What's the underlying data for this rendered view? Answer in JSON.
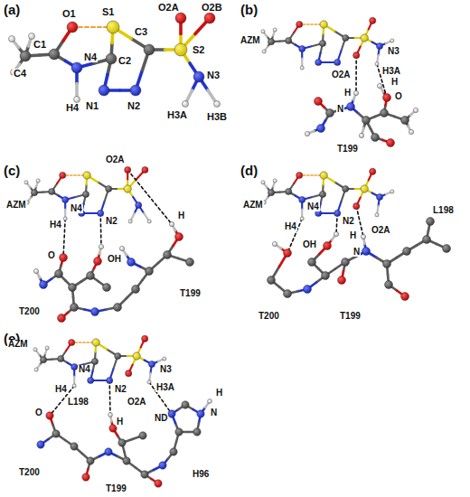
{
  "diagram": {
    "labels": [
      "(a)",
      "O1",
      "C1",
      "S1",
      "O2A",
      "O2B",
      "S2",
      "C3",
      "N4",
      "C2",
      "C4",
      "H4",
      "N1",
      "N2",
      "N3",
      "H3A",
      "H3B",
      "(b)",
      "AZM",
      "O2A",
      "N3",
      "H3A",
      "H",
      "N",
      "H",
      "O",
      "T199",
      "(c)",
      "AZM",
      "N4",
      "H4",
      "N2",
      "O2A",
      "H",
      "O",
      "OH",
      "T200",
      "T199",
      "(d)",
      "AZM",
      "N4",
      "H4",
      "N2",
      "L198",
      "O2A",
      "OH",
      "H",
      "N",
      "T200",
      "T199",
      "(e)",
      "AZM",
      "H4",
      "N4",
      "L198",
      "N2",
      "N3",
      "H3A",
      "O2A",
      "H",
      "ND",
      "H",
      "N",
      "O",
      "T200",
      "T199",
      "H96"
    ]
  }
}
